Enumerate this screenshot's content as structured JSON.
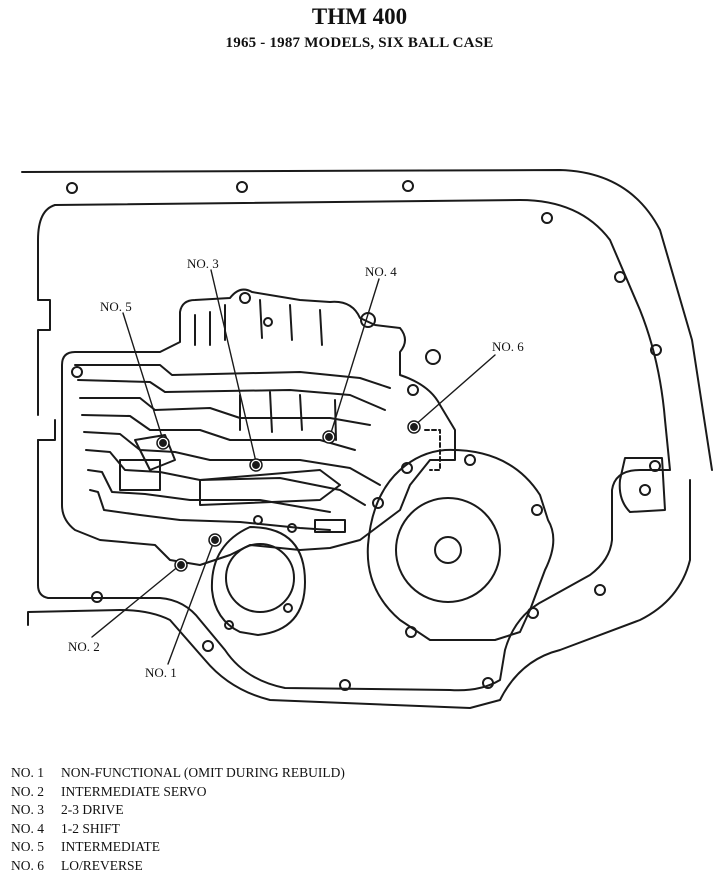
{
  "header": {
    "title": "THM  400",
    "subtitle": "1965 - 1987 MODELS,  SIX BALL CASE"
  },
  "callouts": [
    {
      "id": "no1",
      "label": "NO. 1"
    },
    {
      "id": "no2",
      "label": "NO. 2"
    },
    {
      "id": "no3",
      "label": "NO. 3"
    },
    {
      "id": "no4",
      "label": "NO. 4"
    },
    {
      "id": "no5",
      "label": "NO. 5"
    },
    {
      "id": "no6",
      "label": "NO. 6"
    }
  ],
  "legend": [
    {
      "num": "NO. 1",
      "desc": "NON-FUNCTIONAL (OMIT DURING REBUILD)"
    },
    {
      "num": "NO. 2",
      "desc": "INTERMEDIATE SERVO"
    },
    {
      "num": "NO. 3",
      "desc": "2-3 DRIVE"
    },
    {
      "num": "NO. 4",
      "desc": "1-2 SHIFT"
    },
    {
      "num": "NO. 5",
      "desc": "INTERMEDIATE"
    },
    {
      "num": "NO. 6",
      "desc": "LO/REVERSE"
    }
  ]
}
